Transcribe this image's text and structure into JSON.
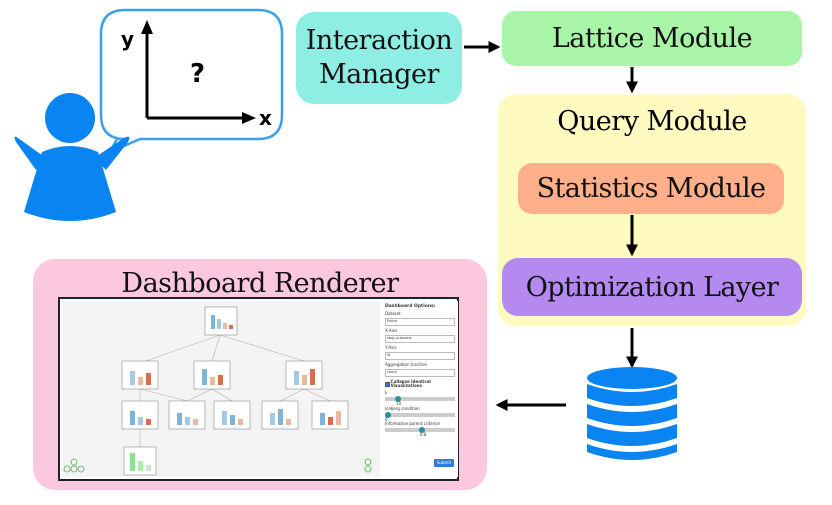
{
  "axes": {
    "y_label": "y",
    "x_label": "x",
    "question": "?"
  },
  "modules": {
    "interaction_manager": [
      "Interaction",
      "Manager"
    ],
    "lattice": "Lattice Module",
    "query": "Query Module",
    "statistics": "Statistics Module",
    "optimization": "Optimization Layer",
    "renderer": "Dashboard Renderer"
  },
  "dashboard_options": {
    "title": "Dashboard Options:",
    "dataset_label": "Dataset",
    "dataset_value": "Police",
    "xaxis_label": "X-Axis",
    "xaxis_value": "stop_outcome",
    "yaxis_label": "Y-Axis",
    "yaxis_value": "id",
    "agg_label": "Aggregation function",
    "agg_value": "count",
    "collapse_label": "Collapse Identical Visualizations",
    "k_label": "k",
    "k_value": "10",
    "iceberg_label": "Iceberg condition",
    "iceberg_value": "0",
    "criterion_label": "Informative parent criterion",
    "criterion_value": "0.8",
    "submit": "Submit"
  },
  "colors": {
    "interaction_manager": "#8eeee4",
    "lattice": "#a8f5a8",
    "query": "#fffac0",
    "statistics": "#ffb08a",
    "optimization": "#b48af0",
    "renderer": "#fbc8df",
    "user": "#0a84f0",
    "database": "#0a84f0"
  }
}
